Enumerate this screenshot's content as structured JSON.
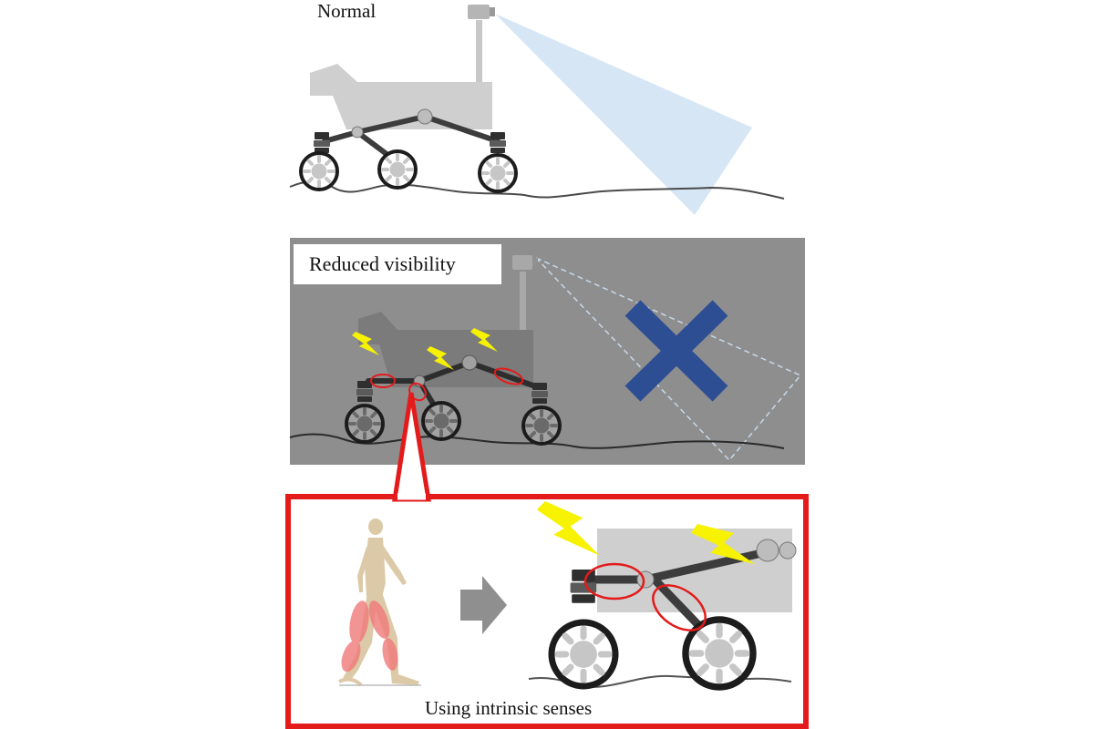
{
  "panels": {
    "normal": {
      "label": "Normal"
    },
    "reduced": {
      "label": "Reduced visibility"
    },
    "intrinsic": {
      "label": "Using intrinsic senses"
    }
  },
  "colors": {
    "vision_cone": "#d6e6f5",
    "dark_panel_bg": "#8e8e8e",
    "cross": "#2e4e94",
    "lightning": "#f7f300",
    "highlight": "#e31b1b",
    "rover_body": "#cfcfcf",
    "arm": "#3c3c3c",
    "human": "#dcc9a7",
    "muscle": "#f07a7a"
  },
  "icons": [
    "camera-icon",
    "lightning-icon",
    "cross-icon",
    "arrow-right-icon",
    "human-walker-icon"
  ]
}
